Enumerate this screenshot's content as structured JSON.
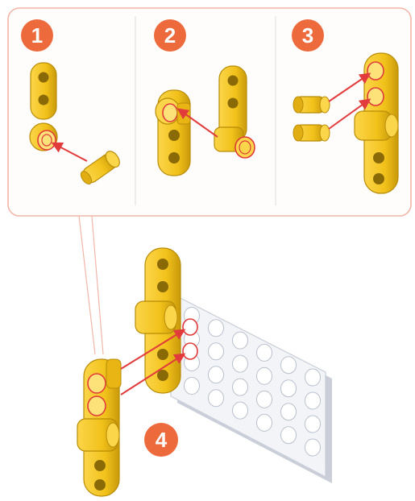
{
  "steps": [
    {
      "number": "1"
    },
    {
      "number": "2"
    },
    {
      "number": "3"
    },
    {
      "number": "4"
    }
  ],
  "colors": {
    "badge": "#ec6a3c",
    "frame": "#f1b6a8",
    "divider": "#e2e2e2",
    "part_yellow": "#f2c21b",
    "part_yellow_dark": "#c99a0b",
    "part_yellow_light": "#fde27a",
    "plate": "#f2f4f8",
    "plate_edge": "#c9ced8",
    "arrow": "#e23b3b"
  },
  "icons": [
    "step-badge",
    "liftarm-part",
    "connector-pin",
    "perforated-plate",
    "insertion-arrow"
  ]
}
